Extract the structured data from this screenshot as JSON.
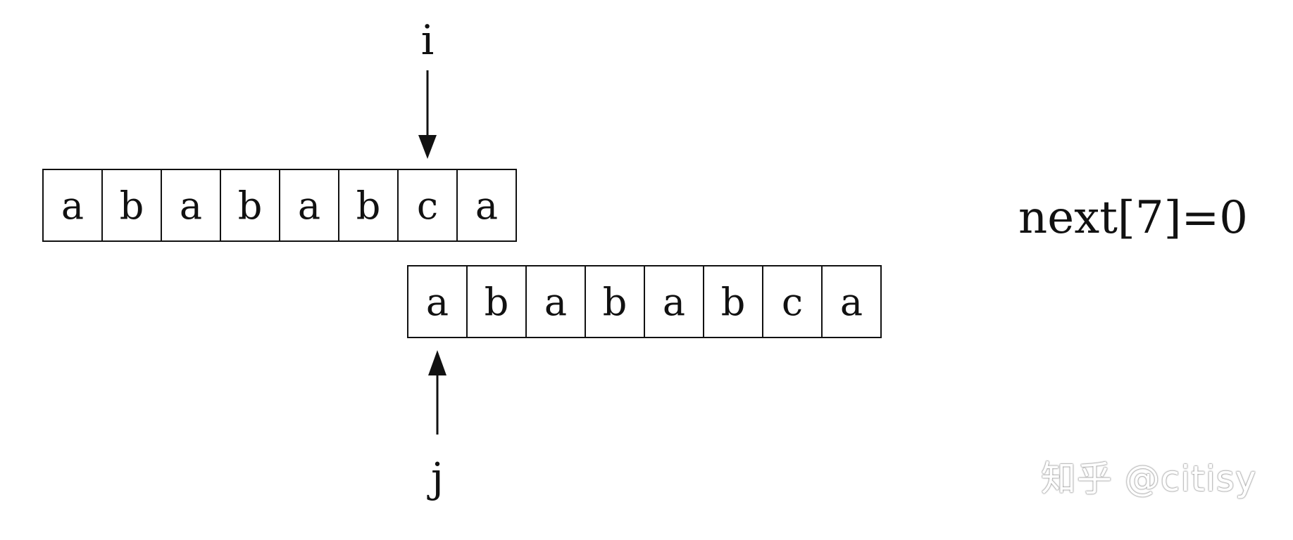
{
  "diagram": {
    "text_string": [
      "a",
      "b",
      "a",
      "b",
      "a",
      "b",
      "c",
      "a"
    ],
    "pattern_string": [
      "a",
      "b",
      "a",
      "b",
      "a",
      "b",
      "c",
      "a"
    ],
    "pointer_i": {
      "label": "i",
      "index": 6
    },
    "pointer_j": {
      "label": "j",
      "index": 0
    },
    "formula": "next[7]=0"
  },
  "watermark": "知乎 @citisy",
  "colors": {
    "stroke": "#111111",
    "background": "#ffffff",
    "watermark_outline": "#9a9a9a"
  }
}
